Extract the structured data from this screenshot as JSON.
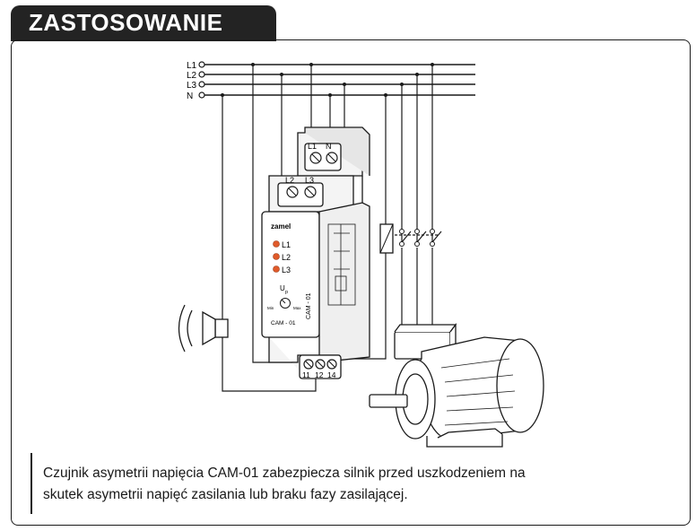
{
  "header": {
    "title": "ZASTOSOWANIE"
  },
  "diagram": {
    "lines": [
      "L1",
      "L2",
      "L3",
      "N"
    ],
    "top_terminals": [
      "L1",
      "N"
    ],
    "mid_terminals": [
      "L2",
      "L3"
    ],
    "bottom_terminals": [
      "11",
      "12",
      "14"
    ],
    "brand": "zamel",
    "leds": [
      "L1",
      "L2",
      "L3"
    ],
    "knob_label": "U",
    "knob_sub": "p",
    "knob_min": "Min",
    "knob_max": "Max",
    "model_front": "CAM - 01",
    "model_side": "CAM - 01"
  },
  "caption": {
    "line1": "Czujnik asymetrii napięcia CAM-01 zabezpiecza silnik przed uszkodzeniem na",
    "line2": "skutek asymetrii napięć zasilania lub braku fazy zasilającej."
  }
}
